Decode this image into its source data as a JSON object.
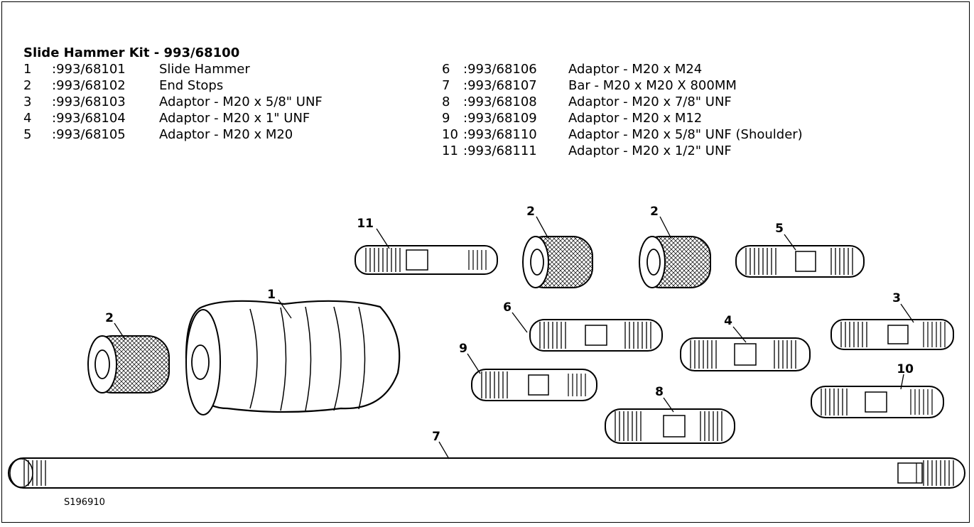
{
  "title": "Slide Hammer Kit - 993/68100",
  "parts_left": [
    {
      "num": "1",
      "code": ":993/68101",
      "desc": "Slide Hammer"
    },
    {
      "num": "2",
      "code": ":993/68102",
      "desc": "End Stops"
    },
    {
      "num": "3",
      "code": ":993/68103",
      "desc": "Adaptor - M20 x 5/8\" UNF"
    },
    {
      "num": "4",
      "code": ":993/68104",
      "desc": "Adaptor - M20 x 1\" UNF"
    },
    {
      "num": "5",
      "code": ":993/68105",
      "desc": "Adaptor - M20 x M20"
    }
  ],
  "parts_right": [
    {
      "num": "6",
      "code": ":993/68106",
      "desc": "Adaptor - M20 x M24"
    },
    {
      "num": "7",
      "code": ":993/68107",
      "desc": "Bar - M20 x M20 X 800MM"
    },
    {
      "num": "8",
      "code": ":993/68108",
      "desc": "Adaptor - M20 x 7/8\" UNF"
    },
    {
      "num": "9",
      "code": ":993/68109",
      "desc": "Adaptor - M20 x M12"
    },
    {
      "num": "10",
      "code": ":993/68110",
      "desc": "Adaptor - M20 x 5/8\" UNF (Shoulder)"
    },
    {
      "num": "11",
      "code": ":993/68111",
      "desc": "Adaptor - M20 x 1/2\" UNF"
    }
  ],
  "callouts": {
    "c1": "1",
    "c2a": "2",
    "c2b": "2",
    "c2c": "2",
    "c3": "3",
    "c4": "4",
    "c5": "5",
    "c6": "6",
    "c7": "7",
    "c8": "8",
    "c9": "9",
    "c10": "10",
    "c11": "11"
  },
  "reference": "S196910"
}
